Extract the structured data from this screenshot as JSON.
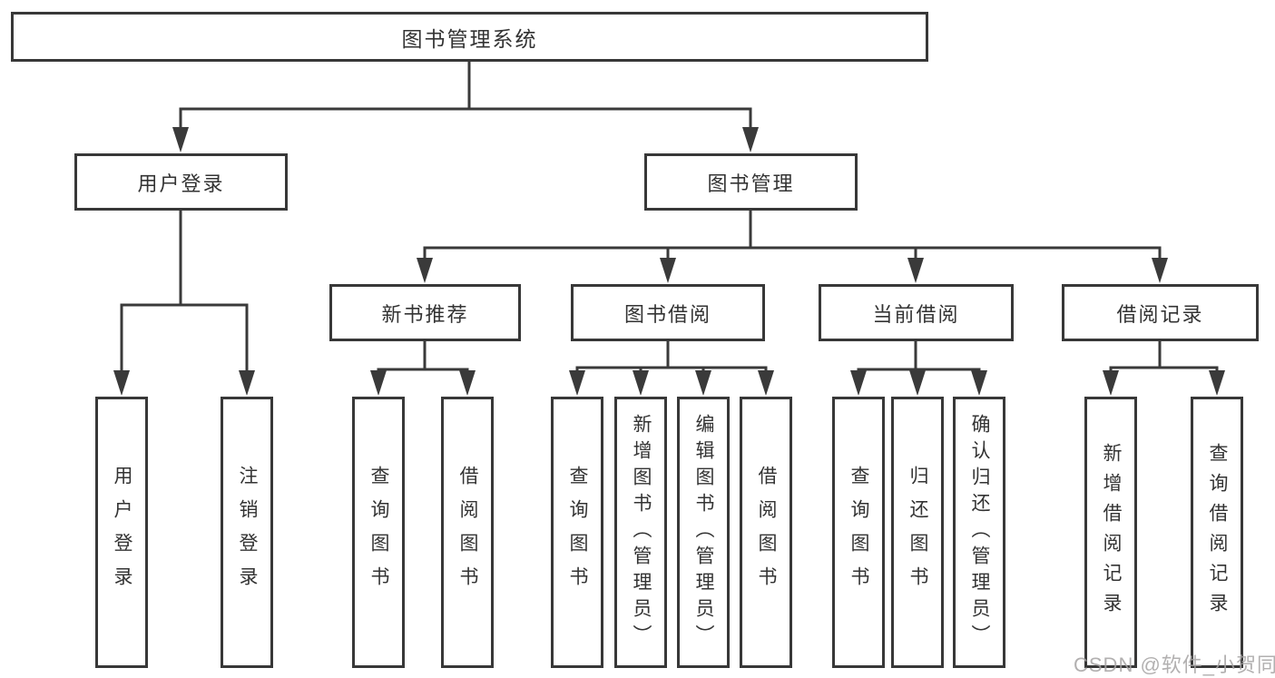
{
  "tree": {
    "label": "图书管理系统",
    "children": [
      {
        "label": "用户登录",
        "children": [
          {
            "label": "用户登录"
          },
          {
            "label": "注销登录"
          }
        ]
      },
      {
        "label": "图书管理",
        "children": [
          {
            "label": "新书推荐",
            "children": [
              {
                "label": "查询图书"
              },
              {
                "label": "借阅图书"
              }
            ]
          },
          {
            "label": "图书借阅",
            "children": [
              {
                "label": "查询图书"
              },
              {
                "label": "新增图书（管理员）"
              },
              {
                "label": "编辑图书（管理员）"
              },
              {
                "label": "借阅图书"
              }
            ]
          },
          {
            "label": "当前借阅",
            "children": [
              {
                "label": "查询图书"
              },
              {
                "label": "归还图书"
              },
              {
                "label": "确认归还（管理员）"
              }
            ]
          },
          {
            "label": "借阅记录",
            "children": [
              {
                "label": "新增借阅记录"
              },
              {
                "label": "查询借阅记录"
              }
            ]
          }
        ]
      }
    ]
  },
  "watermark": {
    "text": "CSDN @软件_小贺同学"
  },
  "colors": {
    "line": "#3a3a3a",
    "box_border": "#383838",
    "box_background": "#ffffff",
    "text": "#333333",
    "page_background": "#ffffff",
    "watermark": "#a4a2a2"
  }
}
